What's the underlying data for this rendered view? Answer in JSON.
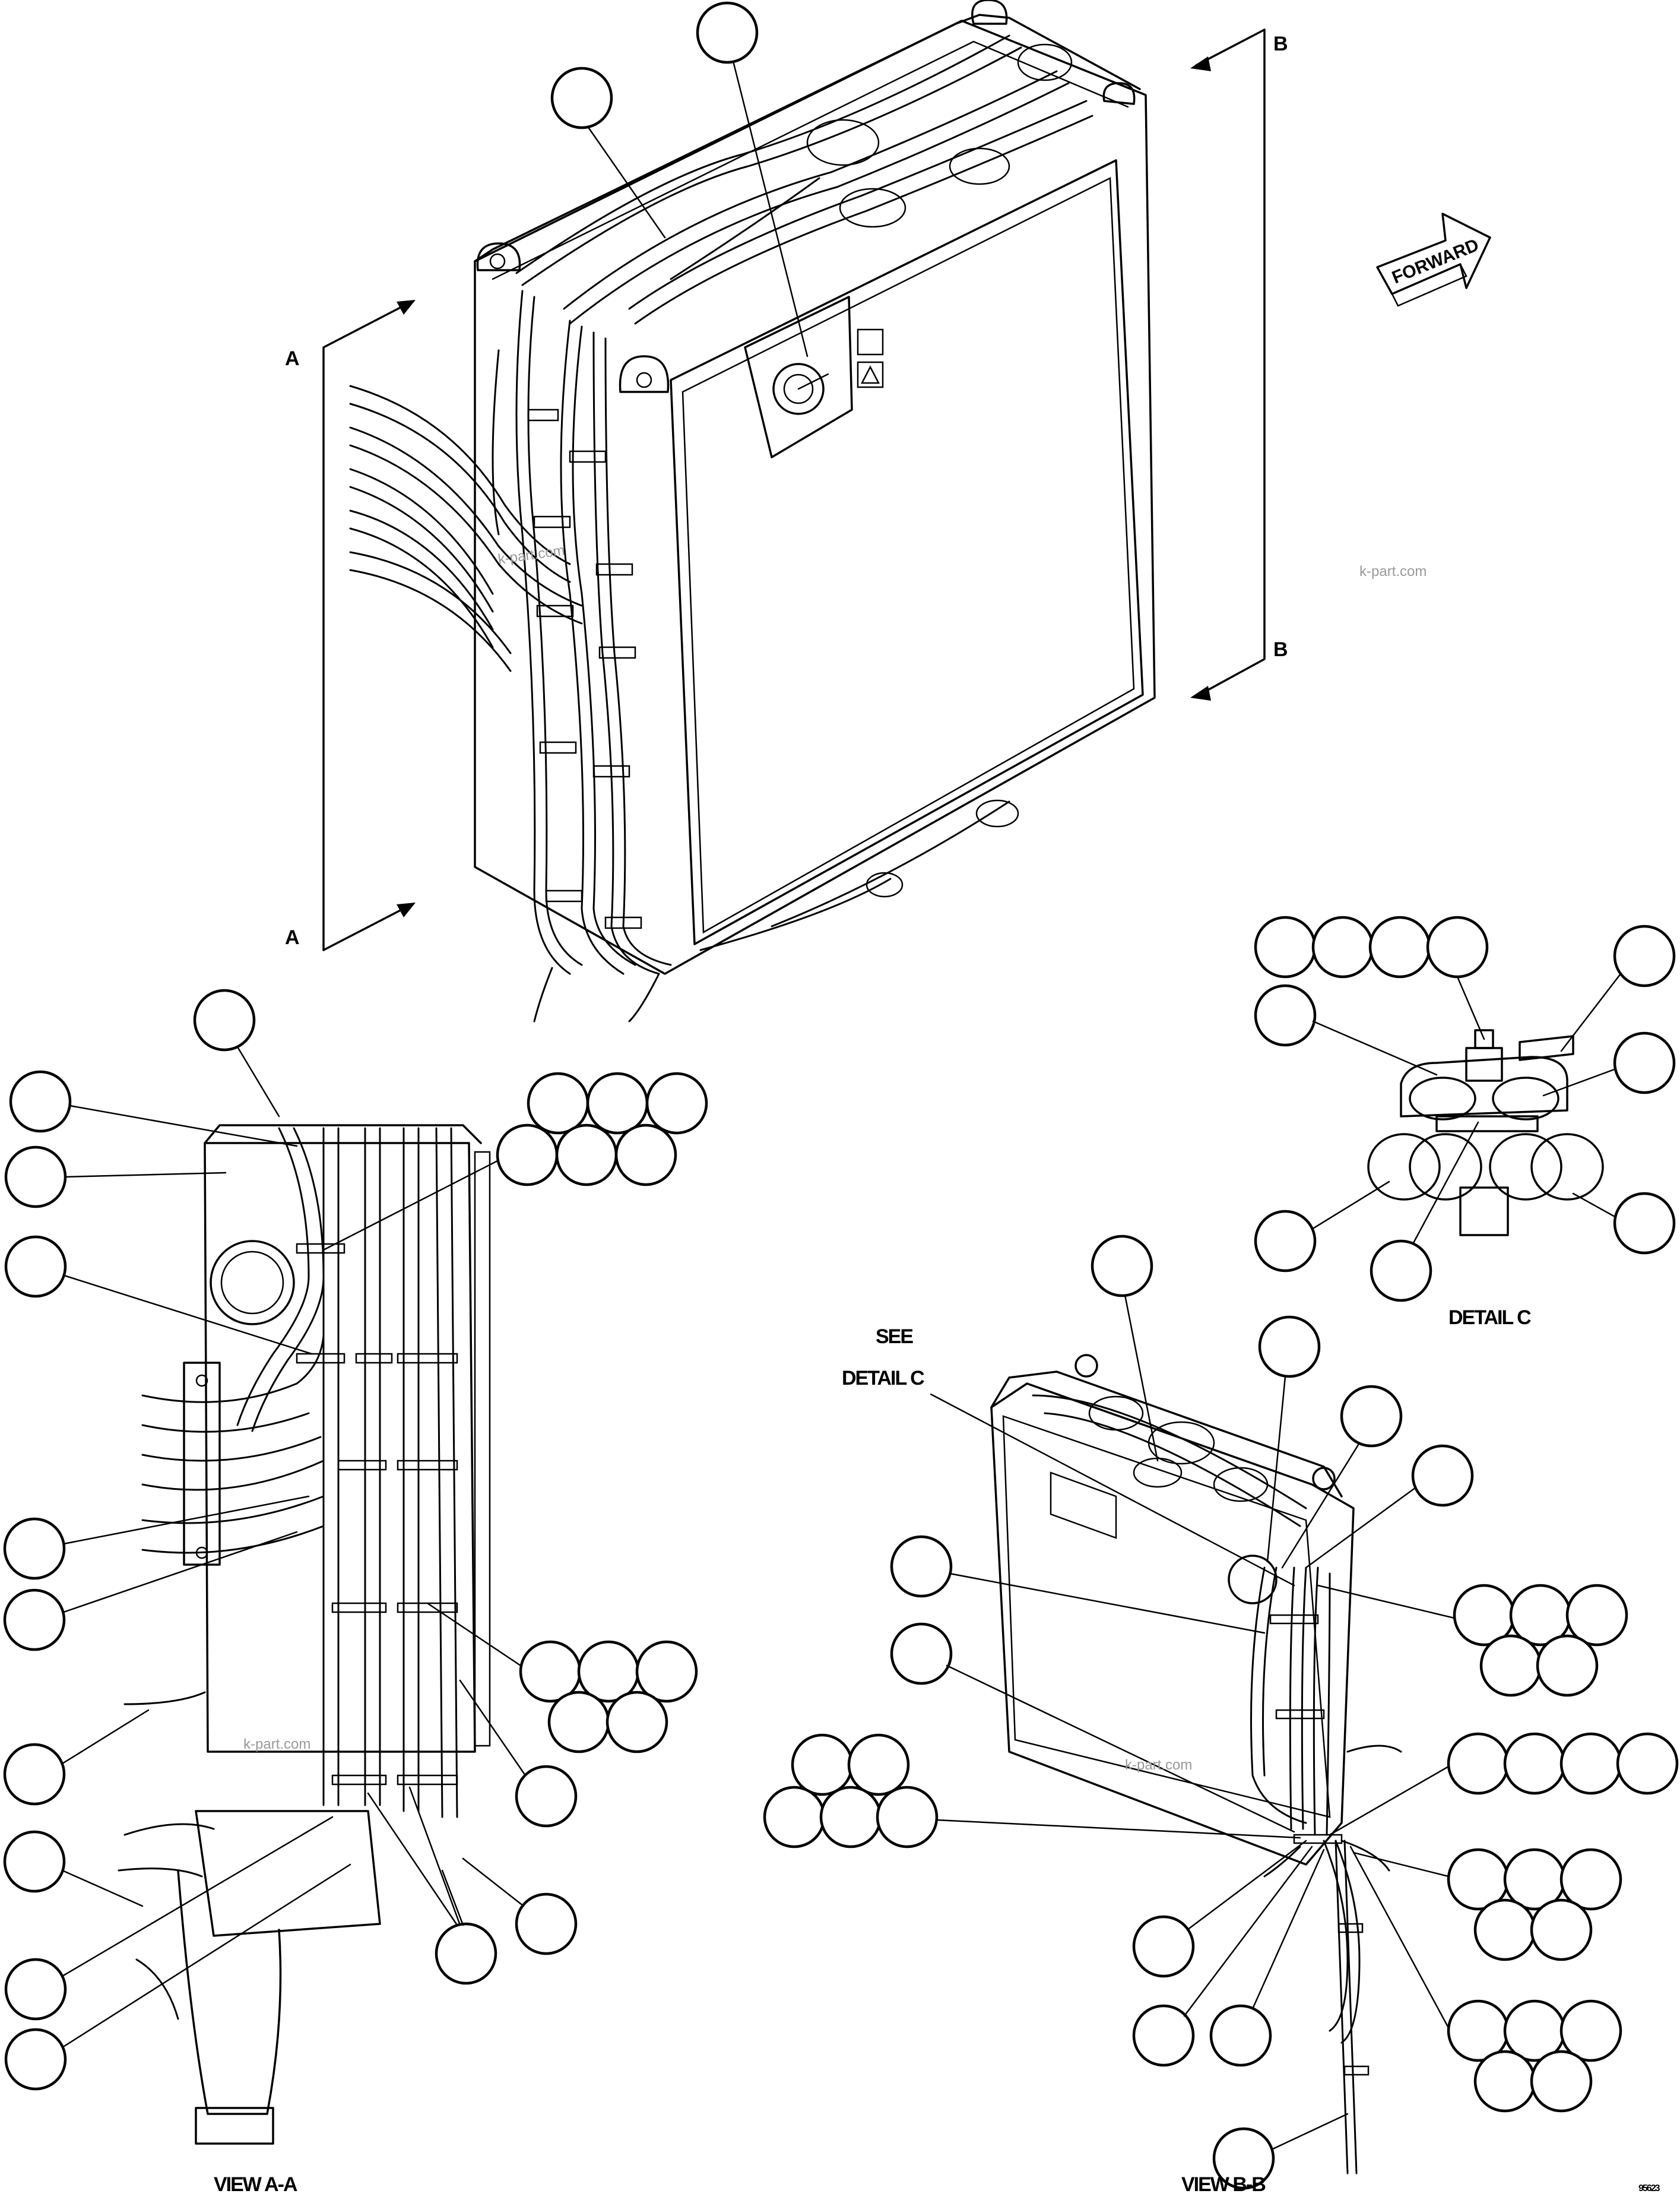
{
  "forward_label": "FORWARD",
  "section_markers": {
    "a_top": "A",
    "a_bottom": "A",
    "b_top": "B",
    "b_bottom": "B"
  },
  "see_detail_line1": "SEE",
  "see_detail_line2": "DETAIL C",
  "detail_c_caption": "DETAIL C",
  "view_aa_caption": "VIEW A-A",
  "view_bb_caption": "VIEW B-B",
  "watermark": "k-part.com",
  "figure_id": "95623"
}
